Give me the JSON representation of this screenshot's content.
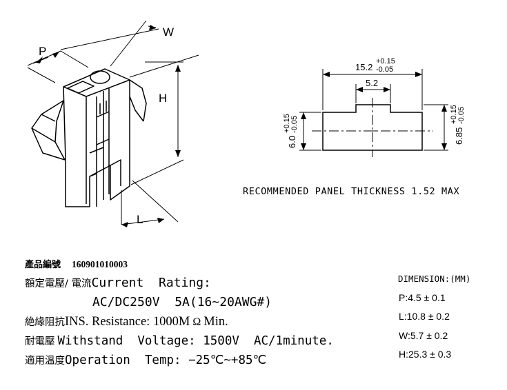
{
  "labels": {
    "p": "P",
    "w": "W",
    "h": "H",
    "l": "L",
    "width": "15.2",
    "width_tol_plus": "+0.15",
    "width_tol_minus": "-0.05",
    "key": "5.2",
    "left_height": "6.0",
    "left_tol_plus": "+0.15",
    "left_tol_minus": "-0.05",
    "right_height": "6.85",
    "right_tol_plus": "+0.15",
    "right_tol_minus": "-0.05"
  },
  "panel_note": "RECOMMENDED PANEL THICKNESS 1.52 MAX",
  "product": {
    "label": "產品編號",
    "number": "160901010003"
  },
  "specs": {
    "rating_label": "額定電壓/ 電流",
    "rating_en": "Current  Rating:",
    "rating_value": "AC/DC250V  5A(16~20AWG#)",
    "ins_label": "絶緣阻抗",
    "ins_en": "INS. Resistance: 1000M",
    "ohm": "Ω",
    "ins_tail": "Min.",
    "withstand_label": "耐電壓",
    "withstand_en": "Withstand  Voltage: 1500V  AC/1minute.",
    "temp_label": "適用溫度",
    "temp_en": "Operation  Temp: −25℃~+85℃"
  },
  "dimensions": {
    "title": "DIMENSION:(MM)",
    "items": [
      "P:4.5 ± 0.1",
      "L:10.8 ± 0.2",
      "W:5.7 ± 0.2",
      "H:25.3 ± 0.3"
    ]
  }
}
